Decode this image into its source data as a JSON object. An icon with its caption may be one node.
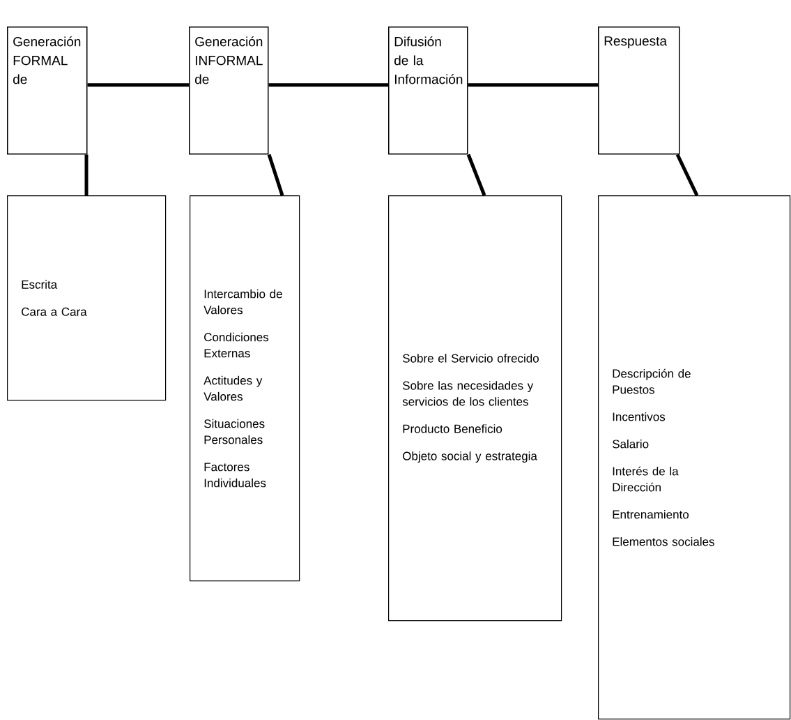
{
  "diagram": {
    "nodes": [
      {
        "text": [
          "Generación FORMAL de"
        ]
      },
      {
        "text": [
          "Generación INFORMAL de"
        ]
      },
      {
        "text": [
          "Difusión de la Información"
        ]
      },
      {
        "text": [
          "Respuesta"
        ]
      },
      {
        "text": [
          "Escrita",
          "Cara a Cara"
        ]
      },
      {
        "text": [
          "Intercambio de Valores",
          "Condiciones Externas",
          "Actitudes y Valores",
          "Situaciones Personales",
          "Factores Individuales"
        ]
      },
      {
        "text": [
          "Sobre el Servicio ofrecido",
          "Sobre las necesidades y servicios de los clientes",
          "Producto Beneficio",
          "Objeto social y estrategia"
        ]
      },
      {
        "text": [
          "Descripción de Puestos",
          "Incentivos",
          "Salario",
          "Interés de la Dirección",
          "Entrenamiento",
          "Elementos sociales"
        ]
      }
    ],
    "edges": [
      {
        "from": 0,
        "to": 1,
        "arrow": "none"
      },
      {
        "from": 1,
        "to": 2,
        "arrow": "none"
      },
      {
        "from": 2,
        "to": 3,
        "arrow": "none"
      },
      {
        "from": 0,
        "to": 4,
        "arrow": "none"
      },
      {
        "from": 1,
        "to": 5,
        "arrow": "none"
      },
      {
        "from": 2,
        "to": 6,
        "arrow": "none"
      },
      {
        "from": 3,
        "to": 7,
        "arrow": "none"
      }
    ]
  }
}
